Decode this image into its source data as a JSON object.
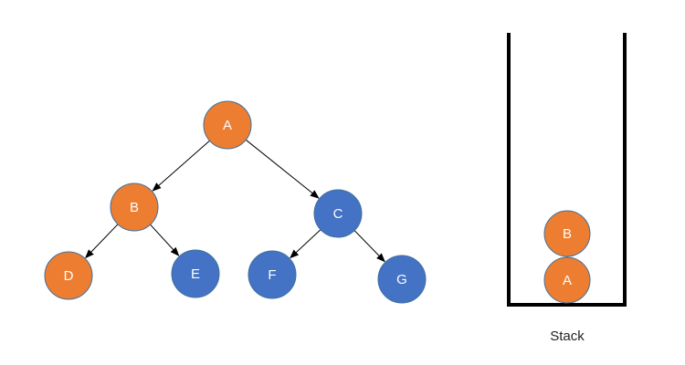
{
  "colors": {
    "orange": "#ED7D31",
    "blue": "#4472C4",
    "node_stroke": "#41719C",
    "edge": "#000000",
    "stack_wall": "#000000",
    "label": "#FFFFFF"
  },
  "tree": {
    "nodes": [
      {
        "id": "A",
        "label": "A",
        "color": "orange"
      },
      {
        "id": "B",
        "label": "B",
        "color": "orange"
      },
      {
        "id": "C",
        "label": "C",
        "color": "blue"
      },
      {
        "id": "D",
        "label": "D",
        "color": "orange"
      },
      {
        "id": "E",
        "label": "E",
        "color": "blue"
      },
      {
        "id": "F",
        "label": "F",
        "color": "blue"
      },
      {
        "id": "G",
        "label": "G",
        "color": "blue"
      }
    ],
    "edges": [
      {
        "from": "A",
        "to": "B"
      },
      {
        "from": "A",
        "to": "C"
      },
      {
        "from": "B",
        "to": "D"
      },
      {
        "from": "B",
        "to": "E"
      },
      {
        "from": "C",
        "to": "F"
      },
      {
        "from": "C",
        "to": "G"
      }
    ]
  },
  "stack": {
    "caption": "Stack",
    "items_bottom_to_top": [
      {
        "label": "A",
        "color": "orange"
      },
      {
        "label": "B",
        "color": "orange"
      }
    ]
  }
}
